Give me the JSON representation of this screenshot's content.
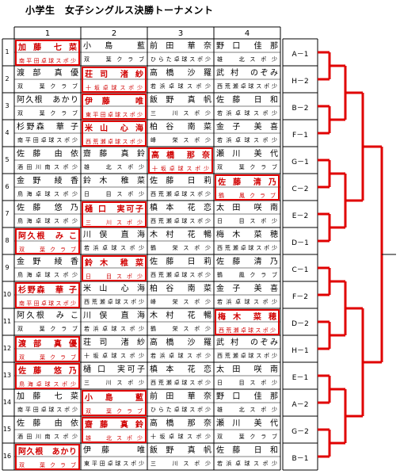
{
  "title": "小学生　女子シングルス決勝トーナメント",
  "columns": [
    "1",
    "2",
    "3",
    "4"
  ],
  "rows": [
    {
      "num": "1",
      "code": "A－1",
      "cells": [
        {
          "name": "加 藤　七 菜",
          "club": "南平田卓球スポ少",
          "win": true
        },
        {
          "name": "小　島　　藍",
          "club": "双　葉クラブ",
          "win": false
        },
        {
          "name": "前 田　華 奈",
          "club": "ひらた卓球スポ少",
          "win": false
        },
        {
          "name": "野 口　佳 那",
          "club": "雄　北スポ少",
          "win": false
        }
      ]
    },
    {
      "num": "2",
      "code": "H－2",
      "cells": [
        {
          "name": "渡 部　真 優",
          "club": "双　葉クラブ",
          "win": false
        },
        {
          "name": "荘 司　渚 紗",
          "club": "十坂卓球スポ少",
          "win": true
        },
        {
          "name": "高 橋　沙 羅",
          "club": "若浜卓球スポ少",
          "win": false
        },
        {
          "name": "武 村　のぞみ",
          "club": "西荒瀬卓球スポ少",
          "win": false
        }
      ]
    },
    {
      "num": "3",
      "code": "B－2",
      "cells": [
        {
          "name": "阿久根　あかり",
          "club": "双　葉クラブ",
          "win": false
        },
        {
          "name": "伊 藤　　唯",
          "club": "東平田卓球スポ少",
          "win": true
        },
        {
          "name": "飯 野　真 帆",
          "club": "三　川スポ少",
          "win": false
        },
        {
          "name": "佐 藤　日 和",
          "club": "若浜卓球スポ少",
          "win": false
        }
      ]
    },
    {
      "num": "4",
      "code": "F－1",
      "cells": [
        {
          "name": "杉野森　華 子",
          "club": "南平田卓球スポ少",
          "win": false
        },
        {
          "name": "米 山　心 海",
          "club": "西荒瀬卓球スポ少",
          "win": true
        },
        {
          "name": "柏 谷　南 菜",
          "club": "峰　栄スポ少",
          "win": false
        },
        {
          "name": "金 子　美 喜",
          "club": "若浜卓球スポ少",
          "win": false
        }
      ]
    },
    {
      "num": "5",
      "code": "G－1",
      "cells": [
        {
          "name": "佐 藤　由 依",
          "club": "酒田川南スポ少",
          "win": false
        },
        {
          "name": "齋 藤　真 鈴",
          "club": "雄　北スポ少",
          "win": false
        },
        {
          "name": "高 橋　那 奈",
          "club": "十坂卓球スポ少",
          "win": true
        },
        {
          "name": "瀬 川　美 代",
          "club": "双　葉クラブ",
          "win": false
        }
      ]
    },
    {
      "num": "6",
      "code": "C－2",
      "cells": [
        {
          "name": "金 野　綾 香",
          "club": "鳥海卓球スポ少",
          "win": false
        },
        {
          "name": "鈴 木　稚 菜",
          "club": "日　目スポ少",
          "win": false
        },
        {
          "name": "佐 藤　日 莉",
          "club": "西荒瀬卓球スポ少",
          "win": false
        },
        {
          "name": "佐 藤　清 乃",
          "club": "鶴　鳳クラブ",
          "win": true
        }
      ]
    },
    {
      "num": "7",
      "code": "E－2",
      "cells": [
        {
          "name": "佐 藤　悠 乃",
          "club": "鳥海卓球スポ少",
          "win": false
        },
        {
          "name": "樋 口　実可子",
          "club": "三　川スポ少",
          "win": true
        },
        {
          "name": "槙 本　花 恋",
          "club": "西荒瀬卓球スポ少",
          "win": false
        },
        {
          "name": "太 田　咲 南",
          "club": "日　目スポ少",
          "win": false
        }
      ]
    },
    {
      "num": "8",
      "code": "D－1",
      "cells": [
        {
          "name": "阿久根　み こ",
          "club": "双　葉クラブ",
          "win": true
        },
        {
          "name": "川 俣　直 海",
          "club": "若浜卓球スポ少",
          "win": false
        },
        {
          "name": "木 村　花 暢",
          "club": "鶴　栄スポ少",
          "win": false
        },
        {
          "name": "梅 木　菜 穂",
          "club": "西荒瀬卓球スポ少",
          "win": false
        }
      ]
    },
    {
      "num": "9",
      "code": "C－1",
      "cells": [
        {
          "name": "金 野　綾 香",
          "club": "鳥海卓球スポ少",
          "win": false
        },
        {
          "name": "鈴 木　稚 菜",
          "club": "日　目スポ少",
          "win": true
        },
        {
          "name": "佐 藤　日 莉",
          "club": "西荒瀬卓球スポ少",
          "win": false
        },
        {
          "name": "佐 藤　清 乃",
          "club": "鶴　鳳クラブ",
          "win": false
        }
      ]
    },
    {
      "num": "10",
      "code": "F－2",
      "cells": [
        {
          "name": "杉野森　華 子",
          "club": "南平田卓球スポ少",
          "win": true
        },
        {
          "name": "米 山　心 海",
          "club": "西荒瀬卓球スポ少",
          "win": false
        },
        {
          "name": "柏 谷　南 菜",
          "club": "峰　栄スポ少",
          "win": false
        },
        {
          "name": "金 子　美 喜",
          "club": "若浜卓球スポ少",
          "win": false
        }
      ]
    },
    {
      "num": "11",
      "code": "D－2",
      "cells": [
        {
          "name": "阿久根　み こ",
          "club": "双　葉クラブ",
          "win": false
        },
        {
          "name": "川 俣　直 海",
          "club": "若浜卓球スポ少",
          "win": false
        },
        {
          "name": "木 村　花 暢",
          "club": "鶴　栄スポ少",
          "win": false
        },
        {
          "name": "梅 木　菜 穂",
          "club": "西荒瀬卓球スポ少",
          "win": true
        }
      ]
    },
    {
      "num": "12",
      "code": "H－1",
      "cells": [
        {
          "name": "渡 部　真 優",
          "club": "双　葉クラブ",
          "win": true
        },
        {
          "name": "荘 司　渚 紗",
          "club": "十坂卓球スポ少",
          "win": false
        },
        {
          "name": "高 橋　沙 羅",
          "club": "若浜卓球スポ少",
          "win": false
        },
        {
          "name": "武 村　のぞみ",
          "club": "西荒瀬卓球スポ少",
          "win": false
        }
      ]
    },
    {
      "num": "13",
      "code": "E－1",
      "cells": [
        {
          "name": "佐 藤　悠 乃",
          "club": "鳥海卓球スポ少",
          "win": true
        },
        {
          "name": "樋 口　実可子",
          "club": "三　川スポ少",
          "win": false
        },
        {
          "name": "槙 本　花 恋",
          "club": "西荒瀬卓球スポ少",
          "win": false
        },
        {
          "name": "太 田　咲 南",
          "club": "日　目スポ少",
          "win": false
        }
      ]
    },
    {
      "num": "14",
      "code": "A－2",
      "cells": [
        {
          "name": "加 藤　七 菜",
          "club": "南平田卓球スポ少",
          "win": false
        },
        {
          "name": "小　島　　藍",
          "club": "双　葉クラブ",
          "win": true
        },
        {
          "name": "前 田　華 奈",
          "club": "ひらた卓球スポ少",
          "win": false
        },
        {
          "name": "野 口　佳 那",
          "club": "雄　北スポ少",
          "win": false
        }
      ]
    },
    {
      "num": "15",
      "code": "G－2",
      "cells": [
        {
          "name": "佐 藤　由 依",
          "club": "酒田川南スポ少",
          "win": false
        },
        {
          "name": "齋 藤　真 鈴",
          "club": "雄　北スポ少",
          "win": true
        },
        {
          "name": "高 橋　那 奈",
          "club": "十坂卓球スポ少",
          "win": false
        },
        {
          "name": "瀬 川　美 代",
          "club": "双　葉クラブ",
          "win": false
        }
      ]
    },
    {
      "num": "16",
      "code": "B－1",
      "cells": [
        {
          "name": "阿久根　あかり",
          "club": "双　葉クラブ",
          "win": true
        },
        {
          "name": "伊 藤　　唯",
          "club": "東平田卓球スポ少",
          "win": false
        },
        {
          "name": "飯 野　真 帆",
          "club": "三　川スポ少",
          "win": false
        },
        {
          "name": "佐 藤　日 和",
          "club": "若浜卓球スポ少",
          "win": false
        }
      ]
    }
  ],
  "colors": {
    "winner": "#e00000",
    "grid": "#000000",
    "bracket": "#e00000"
  }
}
